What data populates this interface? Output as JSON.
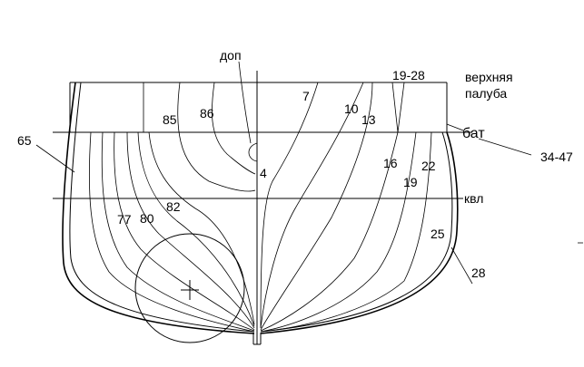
{
  "labels": {
    "dop": "доп",
    "verkhnyaya": "верхняя",
    "paluba": "палуба",
    "bat": "бат",
    "kvl": "квл",
    "s19_28": "19-28",
    "s34_47": "34-47",
    "s65": "65",
    "s85": "85",
    "s86": "86",
    "s7": "7",
    "s10": "10",
    "s13": "13",
    "s4": "4",
    "s16": "16",
    "s22": "22",
    "s19": "19",
    "s77": "77",
    "s80": "80",
    "s82": "82",
    "s25": "25",
    "s28": "28"
  }
}
